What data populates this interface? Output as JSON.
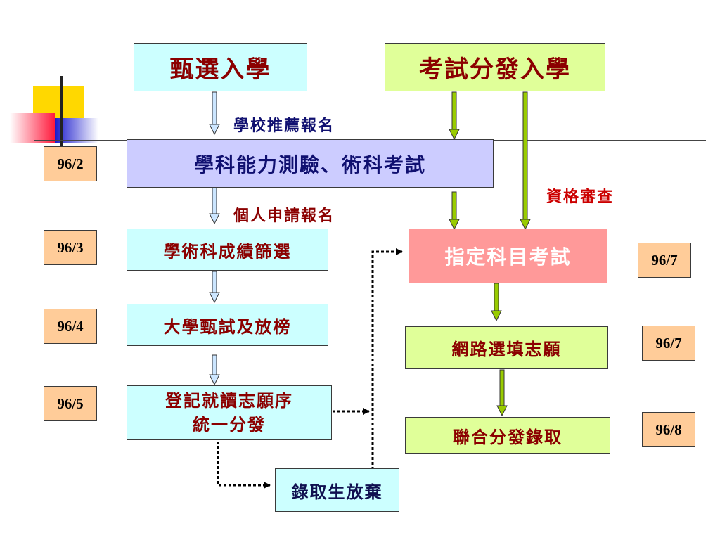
{
  "boxes": {
    "selection_admission": "甄選入學",
    "exam_allocation_admission": "考試分發入學",
    "ability_test": "學科能力測驗、術科考試",
    "score_screening": "學術科成績篩選",
    "interview_and_results": "大學甄試及放榜",
    "register_preferences_line1": "登記就讀志願序",
    "register_preferences_line2": "統一分發",
    "admitted_waiver": "錄取生放棄",
    "designated_exam": "指定科目考試",
    "online_preferences": "網路選填志願",
    "joint_allocation": "聯合分發錄取"
  },
  "labels": {
    "school_recommendation": "學校推薦報名",
    "personal_application": "個人申請報名",
    "qualification_review": "資格審查"
  },
  "dates": {
    "ability_test": "96/2",
    "score_screening": "96/3",
    "interview": "96/4",
    "register": "96/5",
    "designated_exam": "96/7",
    "online_preferences": "96/7",
    "joint_allocation": "96/8"
  },
  "colors": {
    "cyan_box": "#ccffff",
    "lavender_box": "#ccccff",
    "green_box": "#e0ff99",
    "pink_box": "#ff9999",
    "date_box": "#ffcc99",
    "dark_red_text": "#8b0000",
    "navy_text": "#101070",
    "green_arrow": "#99cc00",
    "blue_arrow": "#cce6ff"
  }
}
